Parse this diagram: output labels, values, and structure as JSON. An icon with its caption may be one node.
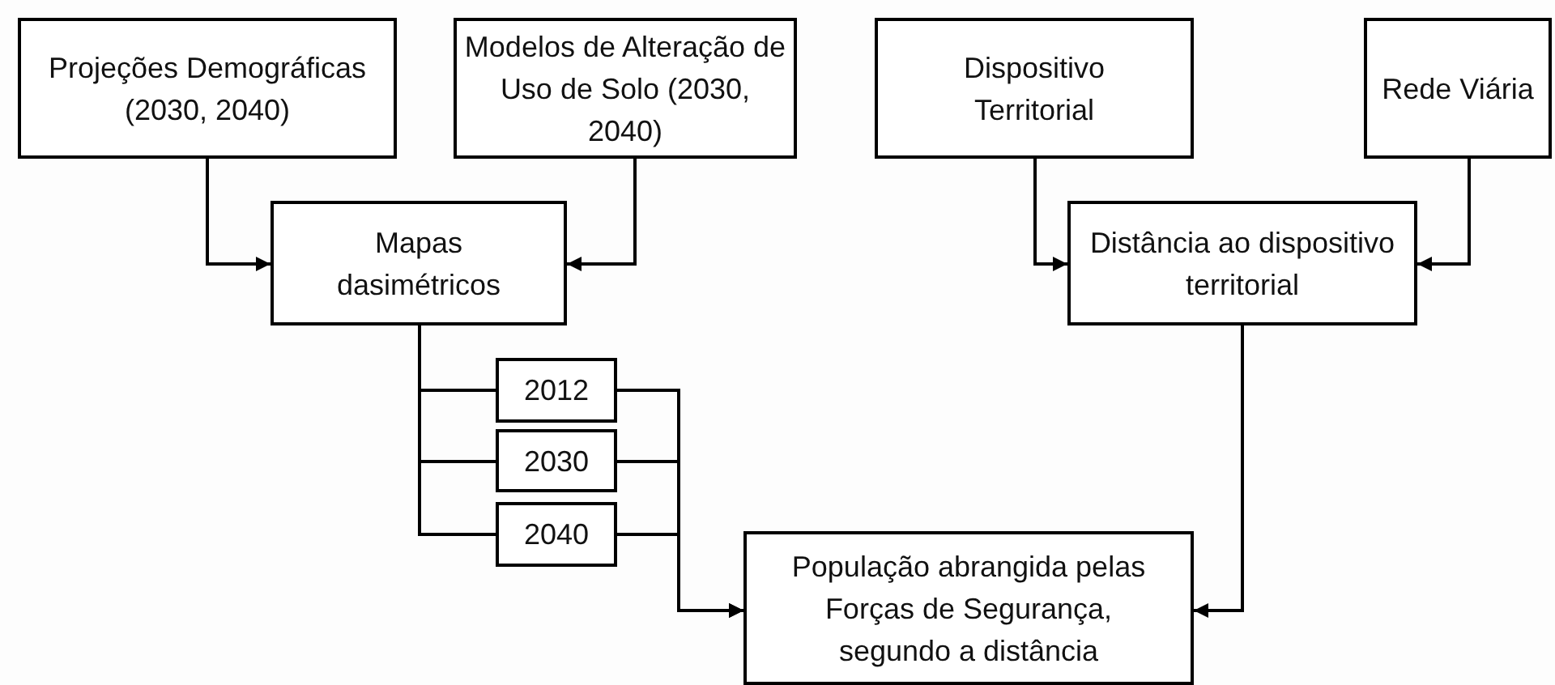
{
  "diagram": {
    "nodes": [
      {
        "text": [
          "Projeções Demográficas (2030, 2040)"
        ]
      },
      {
        "text": [
          "Modelos de Alteração de Uso de Solo (2030, 2040)"
        ]
      },
      {
        "text": [
          "Dispositivo Territorial"
        ]
      },
      {
        "text": [
          "Rede Viária"
        ]
      },
      {
        "text": [
          "Mapas dasimétricos"
        ]
      },
      {
        "text": [
          "Distância ao dispositivo territorial"
        ]
      },
      {
        "text": [
          "2012"
        ]
      },
      {
        "text": [
          "2030"
        ]
      },
      {
        "text": [
          "2040"
        ]
      },
      {
        "text": [
          "População abrangida pelas Forças de Segurança, segundo a distância"
        ]
      }
    ],
    "edges": [
      {
        "from": 0,
        "to": 4,
        "arrow": "to"
      },
      {
        "from": 1,
        "to": 4,
        "arrow": "to"
      },
      {
        "from": 2,
        "to": 5,
        "arrow": "to"
      },
      {
        "from": 3,
        "to": 5,
        "arrow": "to"
      },
      {
        "from": 4,
        "to": 6,
        "arrow": "none"
      },
      {
        "from": 4,
        "to": 7,
        "arrow": "none"
      },
      {
        "from": 4,
        "to": 8,
        "arrow": "none"
      },
      {
        "from": 6,
        "to": 9,
        "arrow": "to"
      },
      {
        "from": 7,
        "to": 9,
        "arrow": "to"
      },
      {
        "from": 8,
        "to": 9,
        "arrow": "to"
      },
      {
        "from": 5,
        "to": 9,
        "arrow": "to"
      }
    ]
  }
}
